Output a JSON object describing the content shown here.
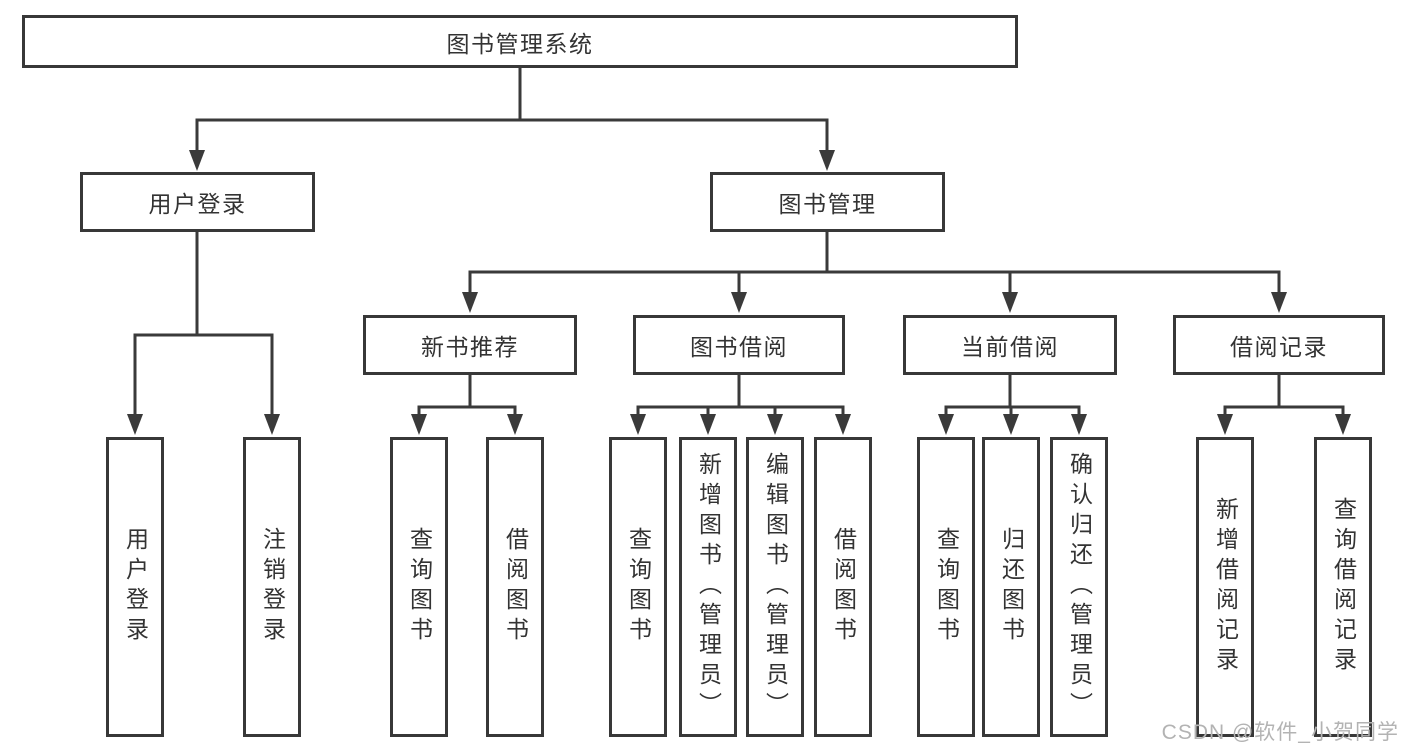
{
  "diagram_title": "图书管理系统",
  "nodes": {
    "root": {
      "label": "图书管理系统"
    },
    "user_login": {
      "label": "用户登录"
    },
    "book_mgmt": {
      "label": "图书管理"
    },
    "new_book_rec": {
      "label": "新书推荐"
    },
    "book_borrow": {
      "label": "图书借阅"
    },
    "current_borrow": {
      "label": "当前借阅"
    },
    "borrow_records": {
      "label": "借阅记录"
    },
    "ul_user_login": {
      "label": "用户登录"
    },
    "ul_logout": {
      "label": "注销登录"
    },
    "nb_query_books": {
      "label": "查询图书"
    },
    "nb_borrow_books": {
      "label": "借阅图书"
    },
    "bb_query_books": {
      "label": "查询图书"
    },
    "bb_add_books": {
      "label": "新增图书（管理员）"
    },
    "bb_edit_books": {
      "label": "编辑图书（管理员）"
    },
    "bb_borrow_books": {
      "label": "借阅图书"
    },
    "cb_query_books": {
      "label": "查询图书"
    },
    "cb_return_books": {
      "label": "归还图书"
    },
    "cb_confirm_return": {
      "label": "确认归还（管理员）"
    },
    "br_add_record": {
      "label": "新增借阅记录"
    },
    "br_query_record": {
      "label": "查询借阅记录"
    }
  },
  "hierarchy": {
    "root": "图书管理系统",
    "children_of_root": [
      "用户登录",
      "图书管理"
    ],
    "children_of_user_login": [
      "用户登录",
      "注销登录"
    ],
    "children_of_book_mgmt": [
      "新书推荐",
      "图书借阅",
      "当前借阅",
      "借阅记录"
    ],
    "children_of_new_book_rec": [
      "查询图书",
      "借阅图书"
    ],
    "children_of_book_borrow": [
      "查询图书",
      "新增图书（管理员）",
      "编辑图书（管理员）",
      "借阅图书"
    ],
    "children_of_current_borrow": [
      "查询图书",
      "归还图书",
      "确认归还（管理员）"
    ],
    "children_of_borrow_records": [
      "新增借阅记录",
      "查询借阅记录"
    ]
  },
  "watermark": {
    "text": "CSDN @软件_小贺同学"
  },
  "colors": {
    "line": "#3a3a3a",
    "box_border": "#383838",
    "text": "#333333",
    "watermark": "#b3b3b3",
    "background": "#ffffff"
  }
}
